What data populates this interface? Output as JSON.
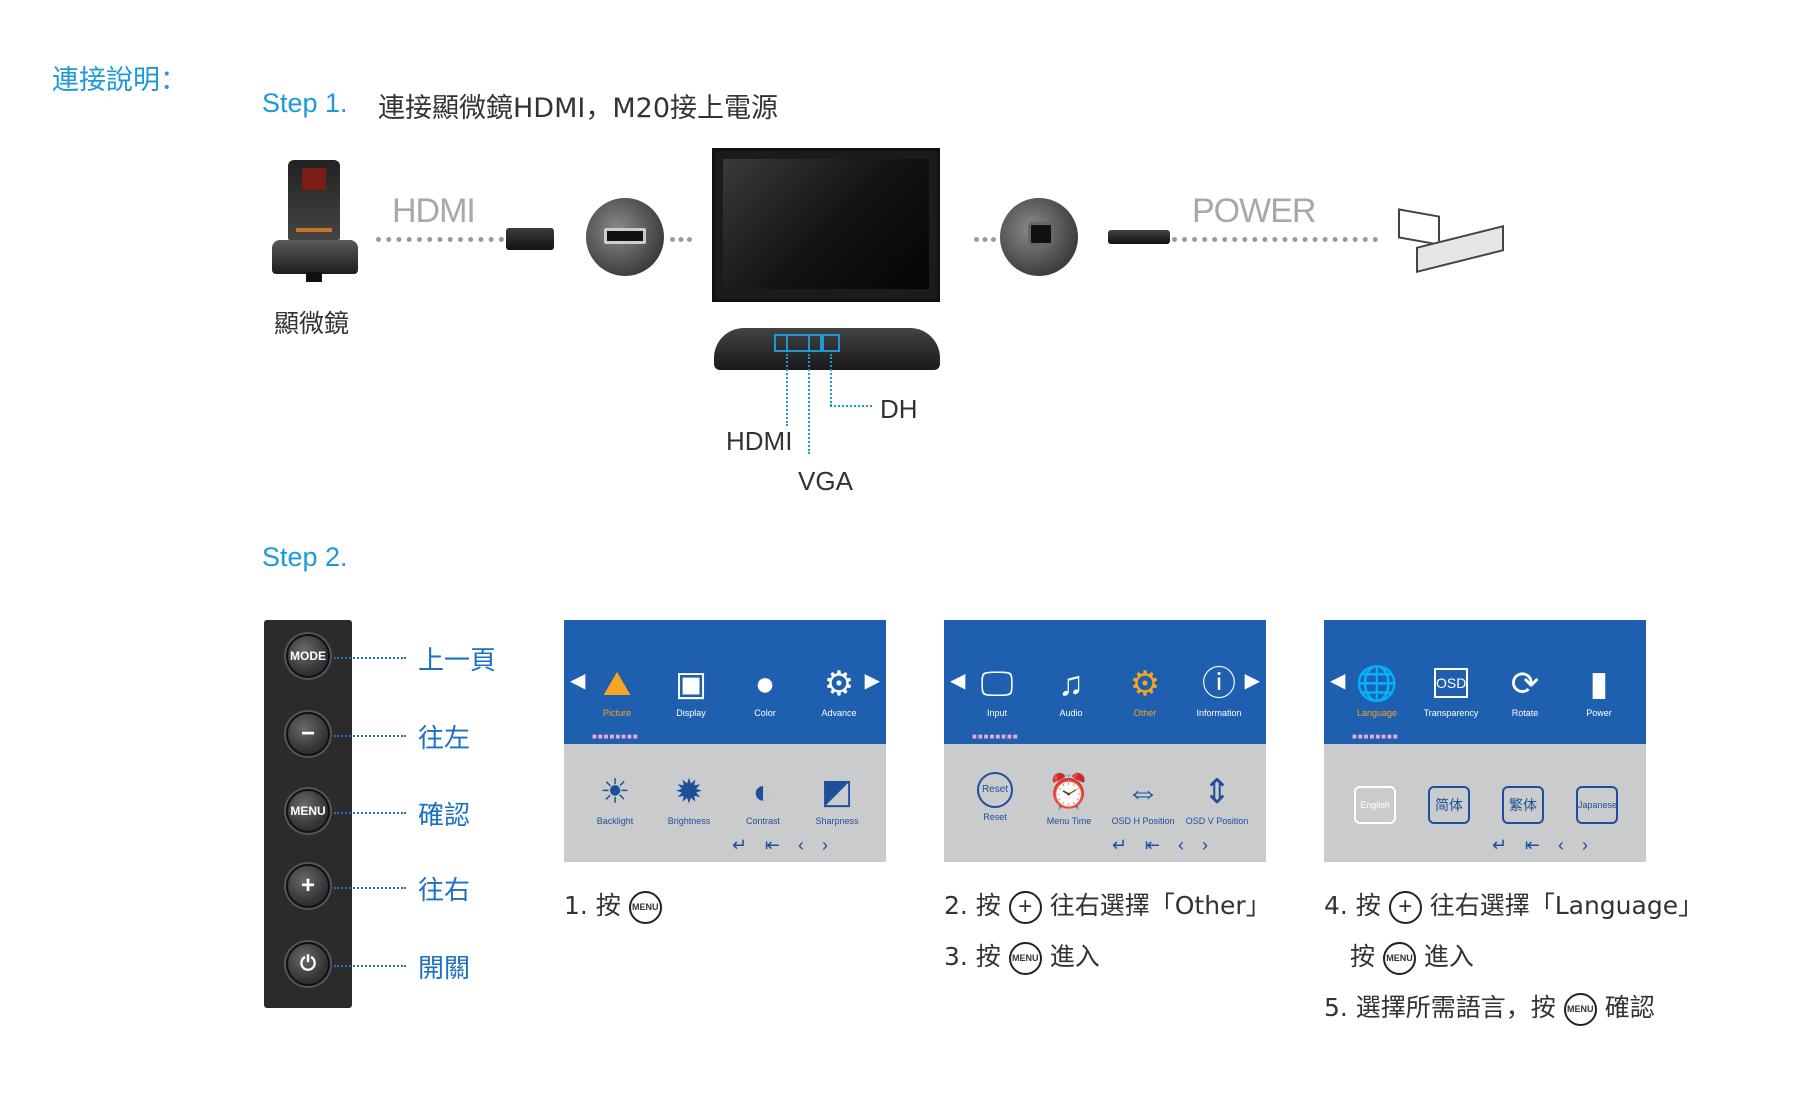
{
  "heading": "連接說明：",
  "step1": {
    "label": "Step 1.",
    "text": "連接顯微鏡HDMI，M20接上電源",
    "microscope_caption": "顯微鏡",
    "hdmi_cable_label": "HDMI",
    "power_cable_label": "POWER",
    "port_labels": {
      "hdmi": "HDMI",
      "vga": "VGA",
      "dh": "DH"
    }
  },
  "step2": {
    "label": "Step 2.",
    "panel_buttons": [
      {
        "key": "MODE",
        "label": "上一頁"
      },
      {
        "key": "−",
        "label": "往左"
      },
      {
        "key": "MENU",
        "label": "確認"
      },
      {
        "key": "+",
        "label": "往右"
      },
      {
        "key": "⏻",
        "label": "開關"
      }
    ],
    "osd1": {
      "items": [
        "Picture",
        "Display",
        "Color",
        "Advance"
      ],
      "sub": [
        "Backlight",
        "Brightness",
        "Contrast",
        "Sharpness"
      ]
    },
    "osd2": {
      "items": [
        "Input",
        "Audio",
        "Other",
        "Information"
      ],
      "sub": [
        "Reset",
        "Menu Time",
        "OSD H Position",
        "OSD V Position"
      ],
      "reset_badge": "Reset"
    },
    "osd3": {
      "items": [
        "Language",
        "Transparency",
        "Rotate",
        "Power"
      ],
      "osd_badge": "OSD",
      "langs": [
        "English",
        "简体",
        "繁体",
        "Japanese"
      ]
    },
    "instructions": {
      "i1_prefix": "1. 按",
      "i2_prefix": "2. 按",
      "i2_suffix": "往右選擇「Other」",
      "i3_prefix": "3. 按",
      "i3_suffix": "進入",
      "i4_prefix": "4. 按",
      "i4_suffix": "往右選擇「Language」",
      "i4b_prefix": "按",
      "i4b_suffix": "進入",
      "i5_prefix": "5. 選擇所需語言，按",
      "i5_suffix": "確認",
      "menu_key": "MENU",
      "plus_key": "+"
    }
  },
  "colors": {
    "accent": "#1c9ad6",
    "osd_blue": "#1f5fb0",
    "osd_gray": "#c9cbcd",
    "selected": "#f6a623"
  }
}
